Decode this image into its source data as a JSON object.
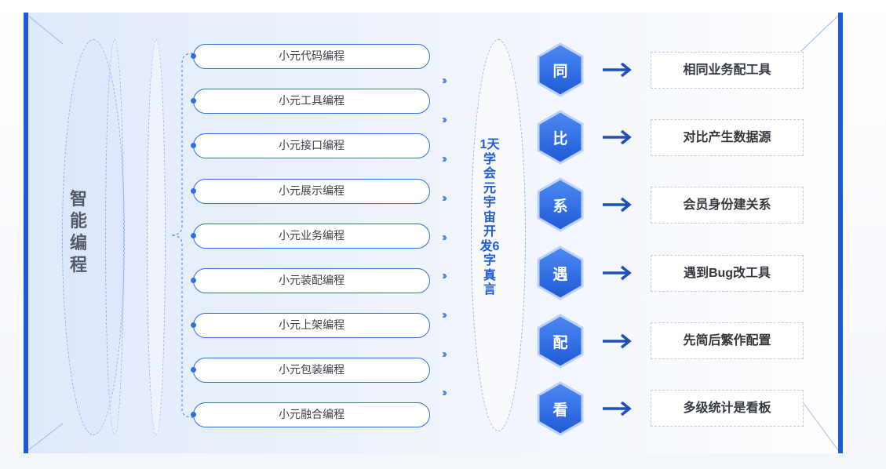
{
  "main_title": "智能编程",
  "items": [
    "小元代码编程",
    "小元工具编程",
    "小元接口编程",
    "小元展示编程",
    "小元业务编程",
    "小元装配编程",
    "小元上架编程",
    "小元包装编程",
    "小元融合编程"
  ],
  "chevron": "›››",
  "slogan": "1天学会元宇宙开发6字真言",
  "principles": [
    {
      "char": "同",
      "desc": "相同业务配工具"
    },
    {
      "char": "比",
      "desc": "对比产生数据源"
    },
    {
      "char": "系",
      "desc": "会员身份建关系"
    },
    {
      "char": "遇",
      "desc": "遇到Bug改工具"
    },
    {
      "char": "配",
      "desc": "先简后繁作配置"
    },
    {
      "char": "看",
      "desc": "多级统计是看板"
    }
  ],
  "colors": {
    "primary": "#1f5ad6",
    "pill_border": "#2f6fe4",
    "hex_fill": "#2f6fe4",
    "dashed": "#8eb1ef"
  }
}
